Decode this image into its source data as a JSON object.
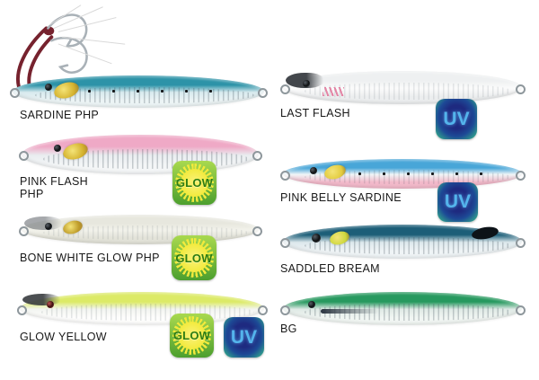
{
  "page": {
    "background": "#ffffff",
    "label_color": "#191919"
  },
  "badges": {
    "glow": {
      "label": "GLOW",
      "bg_top": "#a9d94f",
      "bg_bottom": "#4c9f2e",
      "burst": "#f2ea3c",
      "text": "#2e7d12"
    },
    "uv": {
      "label": "UV",
      "ring": "#2f9c8c",
      "center": "#1e2a80",
      "text": "#54b4ec"
    }
  },
  "items": [
    {
      "name": "SARDINE PHP",
      "badges": [],
      "colors": {
        "back": "#2d93a8",
        "mid": "#d8eaee",
        "belly": "#ecf4f5",
        "accent": "#d4b22e",
        "cord": "#76222e",
        "hook": "#a9b1b7",
        "flash": "#d9d9d9"
      }
    },
    {
      "name": "LAST FLASH",
      "badges": [
        "uv"
      ],
      "colors": {
        "back": "#eef0f1",
        "mid": "#fbfbfb",
        "belly": "#eceeef",
        "accent": "#b9bec2",
        "cap": "#33373c"
      }
    },
    {
      "name": "PINK FLASH PHP",
      "badges": [
        "glow"
      ],
      "colors": {
        "back": "#efa9c6",
        "mid": "#e9edf0",
        "belly": "#f4f6f7",
        "accent": "#d4b22e"
      }
    },
    {
      "name": "PINK BELLY SARDINE",
      "badges": [
        "uv"
      ],
      "colors": {
        "back": "#48a6d8",
        "mid": "#f0f5f7",
        "belly": "#f2b9ca",
        "accent": "#e3cc3e"
      }
    },
    {
      "name": "BONE WHITE GLOW PHP",
      "badges": [
        "glow"
      ],
      "colors": {
        "back": "#e7e7de",
        "mid": "#f2f2eb",
        "belly": "#e3e3d9",
        "accent": "#bf9c2a",
        "cap": "#6a6f74"
      }
    },
    {
      "name": "SADDLED BREAM",
      "badges": [],
      "colors": {
        "back": "#1c5e78",
        "mid": "#dde8ec",
        "belly": "#eff4f6",
        "accent": "#cdd83e"
      }
    },
    {
      "name": "GLOW YELLOW",
      "badges": [
        "glow",
        "uv"
      ],
      "colors": {
        "back": "#dcea67",
        "mid": "#f3f5f1",
        "belly": "#fdfdfc",
        "accent": "#caa23a",
        "cap": "#3c4043"
      }
    },
    {
      "name": "BG",
      "badges": [],
      "colors": {
        "back": "#27995f",
        "mid": "#e0eae6",
        "belly": "#f1f6f3",
        "accent": "#9aa43a"
      }
    }
  ]
}
